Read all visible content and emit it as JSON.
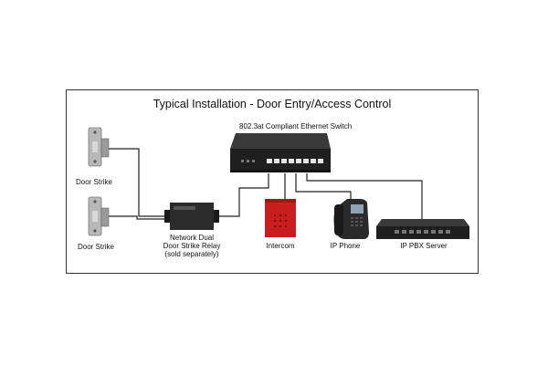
{
  "diagram": {
    "title": "Typical Installation - Door Entry/Access Control",
    "switch_label": "802.3at Compliant Ethernet Switch",
    "door_strike_top_label": "Door Strike",
    "door_strike_bottom_label": "Door Strike",
    "relay_label_line1": "Network Dual",
    "relay_label_line2": "Door Strike Relay",
    "relay_label_line3": "(sold separately)",
    "intercom_label": "Intercom",
    "phone_label": "IP Phone",
    "pbx_label": "IP PBX Server"
  },
  "icons": {
    "switch": "ethernet-switch-icon",
    "door_strike": "door-strike-icon",
    "relay": "relay-box-icon",
    "intercom": "intercom-icon",
    "phone": "ip-phone-icon",
    "pbx": "pbx-server-icon"
  },
  "colors": {
    "intercom_red": "#c81e1e",
    "device_dark": "#2b2b2b",
    "strike_metal": "#b8b8b8",
    "wire": "#222222"
  }
}
